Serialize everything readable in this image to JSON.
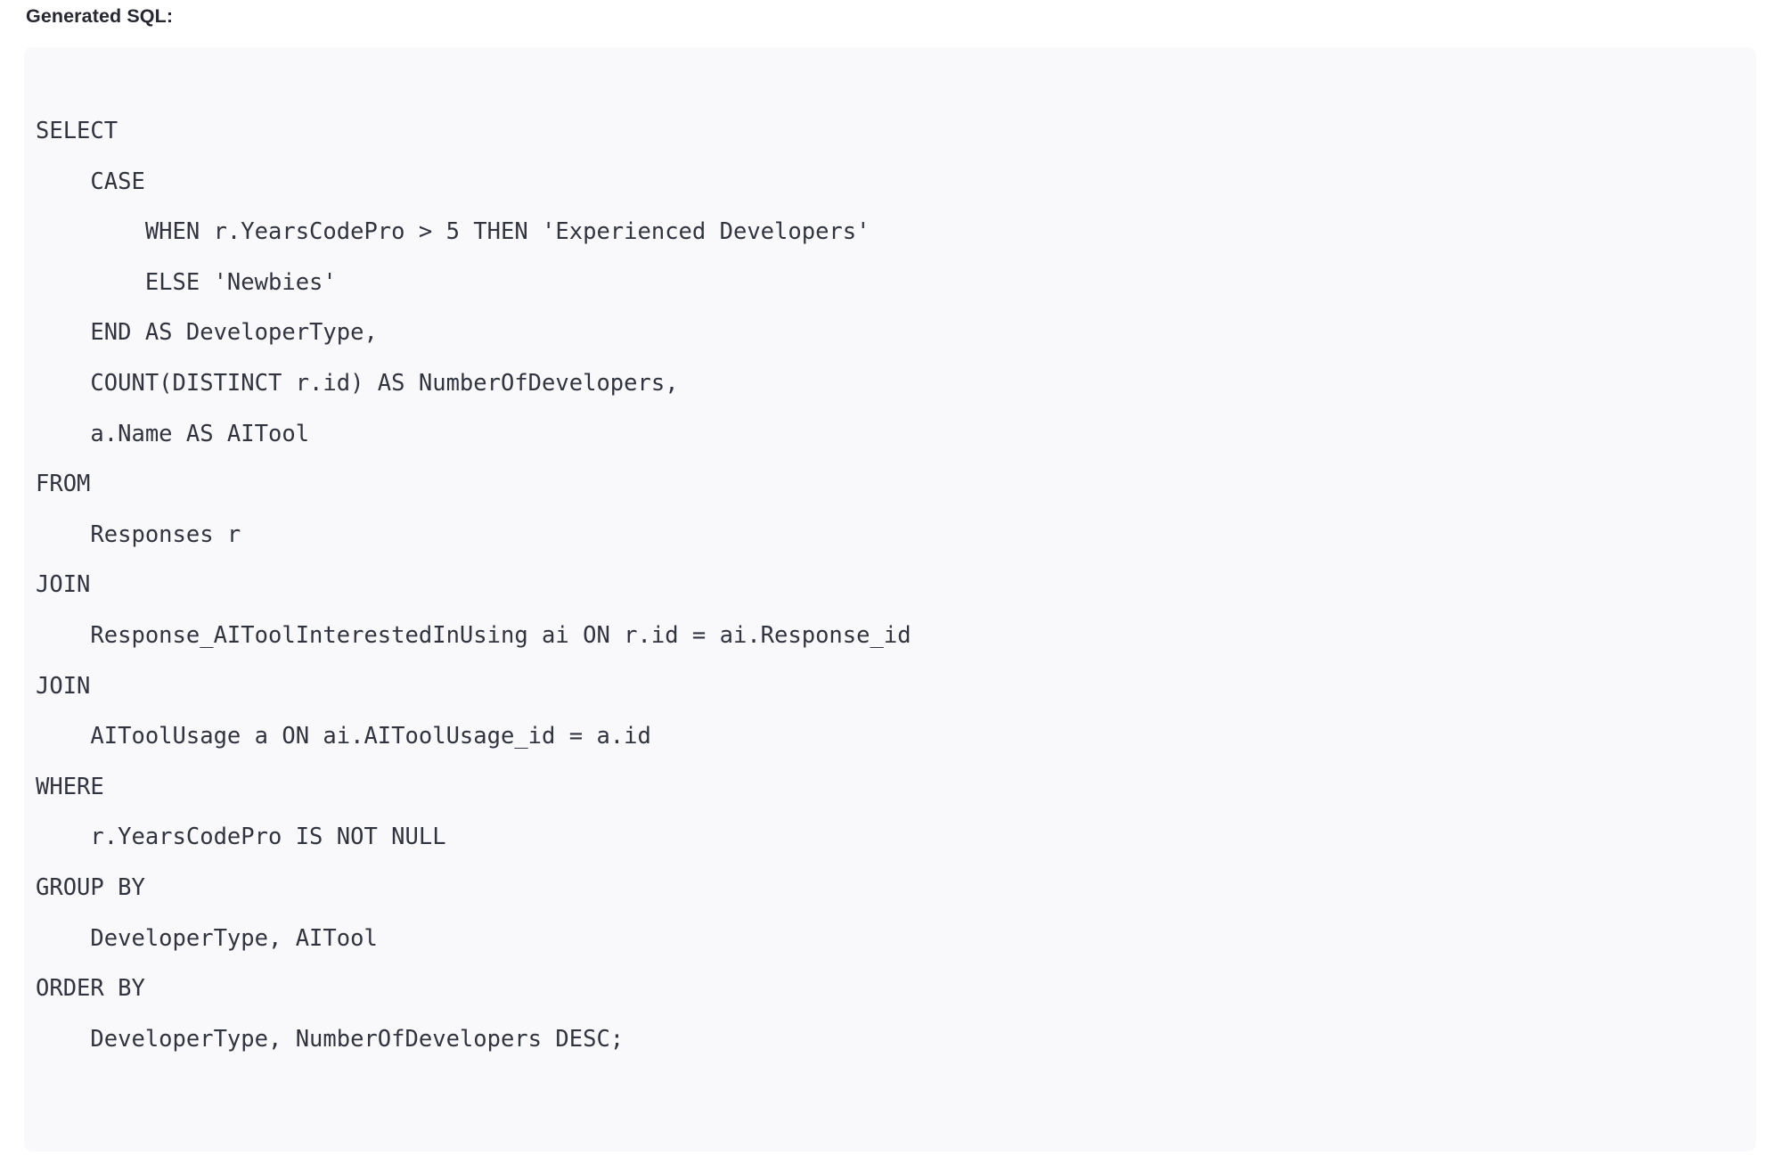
{
  "heading": {
    "label": "Generated SQL:"
  },
  "code_block": {
    "language": "sql",
    "background_color": "#f9f9fb",
    "text_color": "#31333f",
    "lines": [
      "SELECT",
      "    CASE",
      "        WHEN r.YearsCodePro > 5 THEN 'Experienced Developers'",
      "        ELSE 'Newbies'",
      "    END AS DeveloperType,",
      "    COUNT(DISTINCT r.id) AS NumberOfDevelopers,",
      "    a.Name AS AITool",
      "FROM",
      "    Responses r",
      "JOIN",
      "    Response_AIToolInterestedInUsing ai ON r.id = ai.Response_id",
      "JOIN",
      "    AIToolUsage a ON ai.AIToolUsage_id = a.id",
      "WHERE",
      "    r.YearsCodePro IS NOT NULL",
      "GROUP BY",
      "    DeveloperType, AITool",
      "ORDER BY",
      "    DeveloperType, NumberOfDevelopers DESC;"
    ],
    "full_text": "SELECT\n    CASE\n        WHEN r.YearsCodePro > 5 THEN 'Experienced Developers'\n        ELSE 'Newbies'\n    END AS DeveloperType,\n    COUNT(DISTINCT r.id) AS NumberOfDevelopers,\n    a.Name AS AITool\nFROM\n    Responses r\nJOIN\n    Response_AIToolInterestedInUsing ai ON r.id = ai.Response_id\nJOIN\n    AIToolUsage a ON ai.AIToolUsage_id = a.id\nWHERE\n    r.YearsCodePro IS NOT NULL\nGROUP BY\n    DeveloperType, AITool\nORDER BY\n    DeveloperType, NumberOfDevelopers DESC;"
  }
}
